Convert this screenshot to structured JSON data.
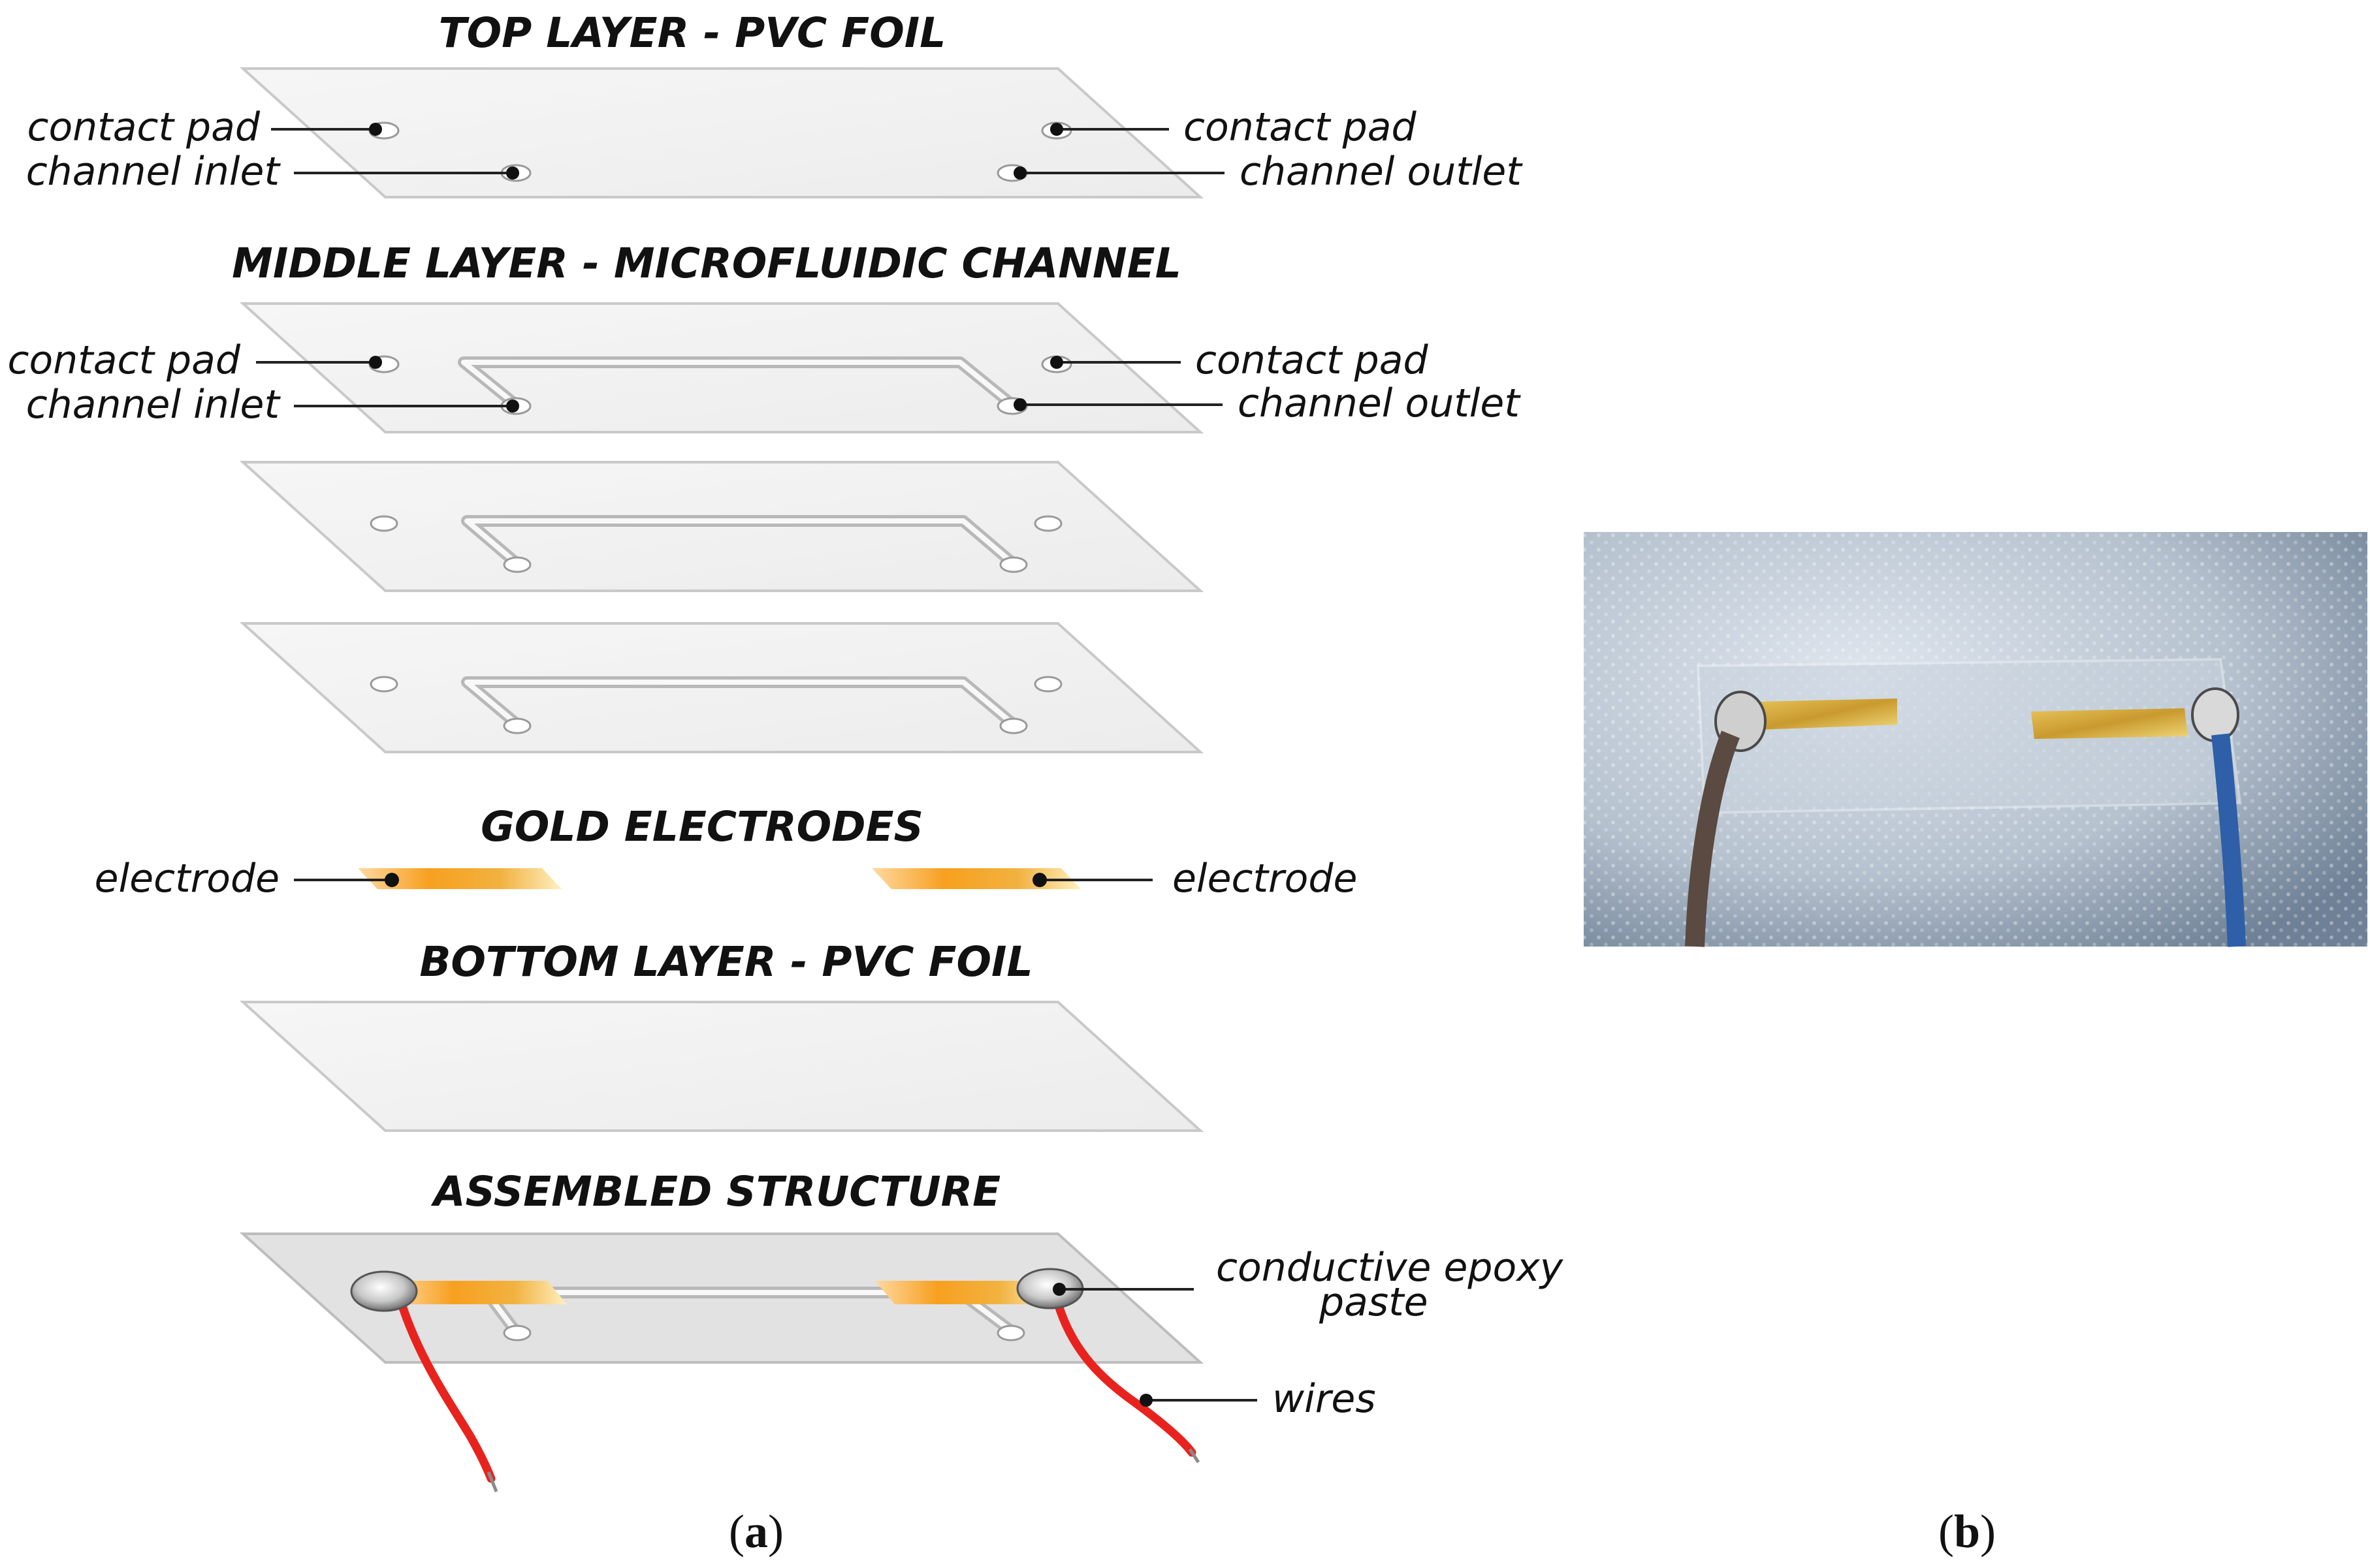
{
  "panel_a": {
    "label": "(a)",
    "label_letter": "a",
    "titles": {
      "top_layer": "TOP LAYER - PVC FOIL",
      "middle_layer": "MIDDLE LAYER - MICROFLUIDIC CHANNEL",
      "gold_electrodes": "GOLD ELECTRODES",
      "bottom_layer": "BOTTOM LAYER - PVC FOIL",
      "assembled": "ASSEMBLED STRUCTURE"
    },
    "callouts": {
      "contact_pad": "contact pad",
      "channel_inlet": "channel inlet",
      "channel_outlet": "channel outlet",
      "electrode": "electrode",
      "conductive_epoxy_line1": "conductive epoxy",
      "conductive_epoxy_line2": "paste",
      "wires": "wires"
    }
  },
  "panel_b": {
    "label": "(b)",
    "label_letter": "b"
  },
  "colors": {
    "foil": "#f2f2f2",
    "gold": "#f5a623",
    "wire": "#e8231e",
    "photo_background": "#a9b6c4",
    "brown_wire": "#5a4a42",
    "blue_wire": "#2e5fa8"
  }
}
